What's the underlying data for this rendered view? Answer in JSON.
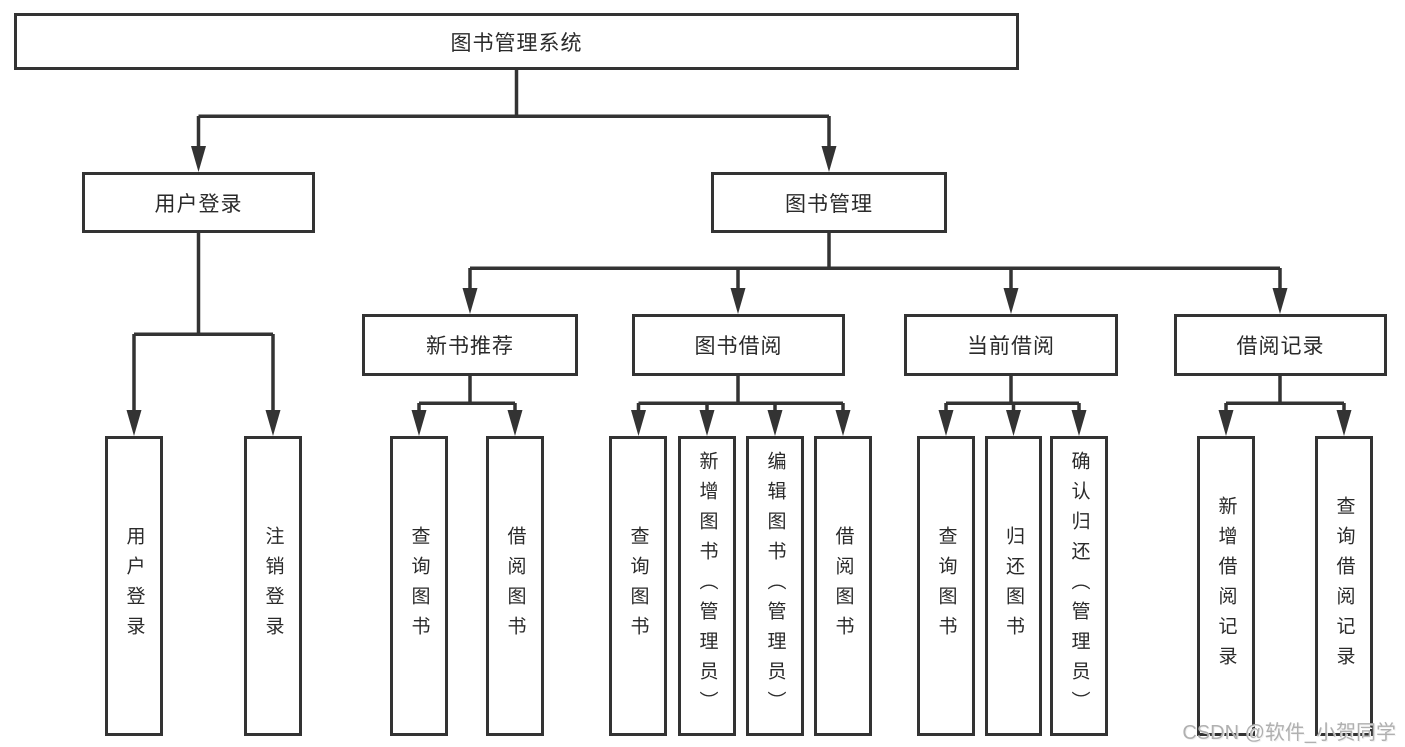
{
  "diagram": {
    "title": "图书管理系统",
    "root": {
      "label": "图书管理系统"
    },
    "branches": {
      "user_login": {
        "label": "用户登录",
        "children": [
          "用户登录",
          "注销登录"
        ]
      },
      "book_mgmt": {
        "label": "图书管理"
      }
    },
    "modules": {
      "new_books": {
        "label": "新书推荐",
        "children": [
          "查询图书",
          "借阅图书"
        ]
      },
      "book_borrow": {
        "label": "图书借阅",
        "children": [
          "查询图书",
          "新增图书（管理员）",
          "编辑图书（管理员）",
          "借阅图书"
        ]
      },
      "current_borrow": {
        "label": "当前借阅",
        "children": [
          "查询图书",
          "归还图书",
          "确认归还（管理员）"
        ]
      },
      "borrow_records": {
        "label": "借阅记录",
        "children": [
          "新增借阅记录",
          "查询借阅记录"
        ]
      }
    }
  },
  "watermark": {
    "text": "CSDN @软件_小贺同学"
  },
  "colors": {
    "line": "#333333",
    "text": "#2a2a2a",
    "box_background": "#ffffff",
    "watermark": "#b0b0b0",
    "background": "#ffffff"
  }
}
